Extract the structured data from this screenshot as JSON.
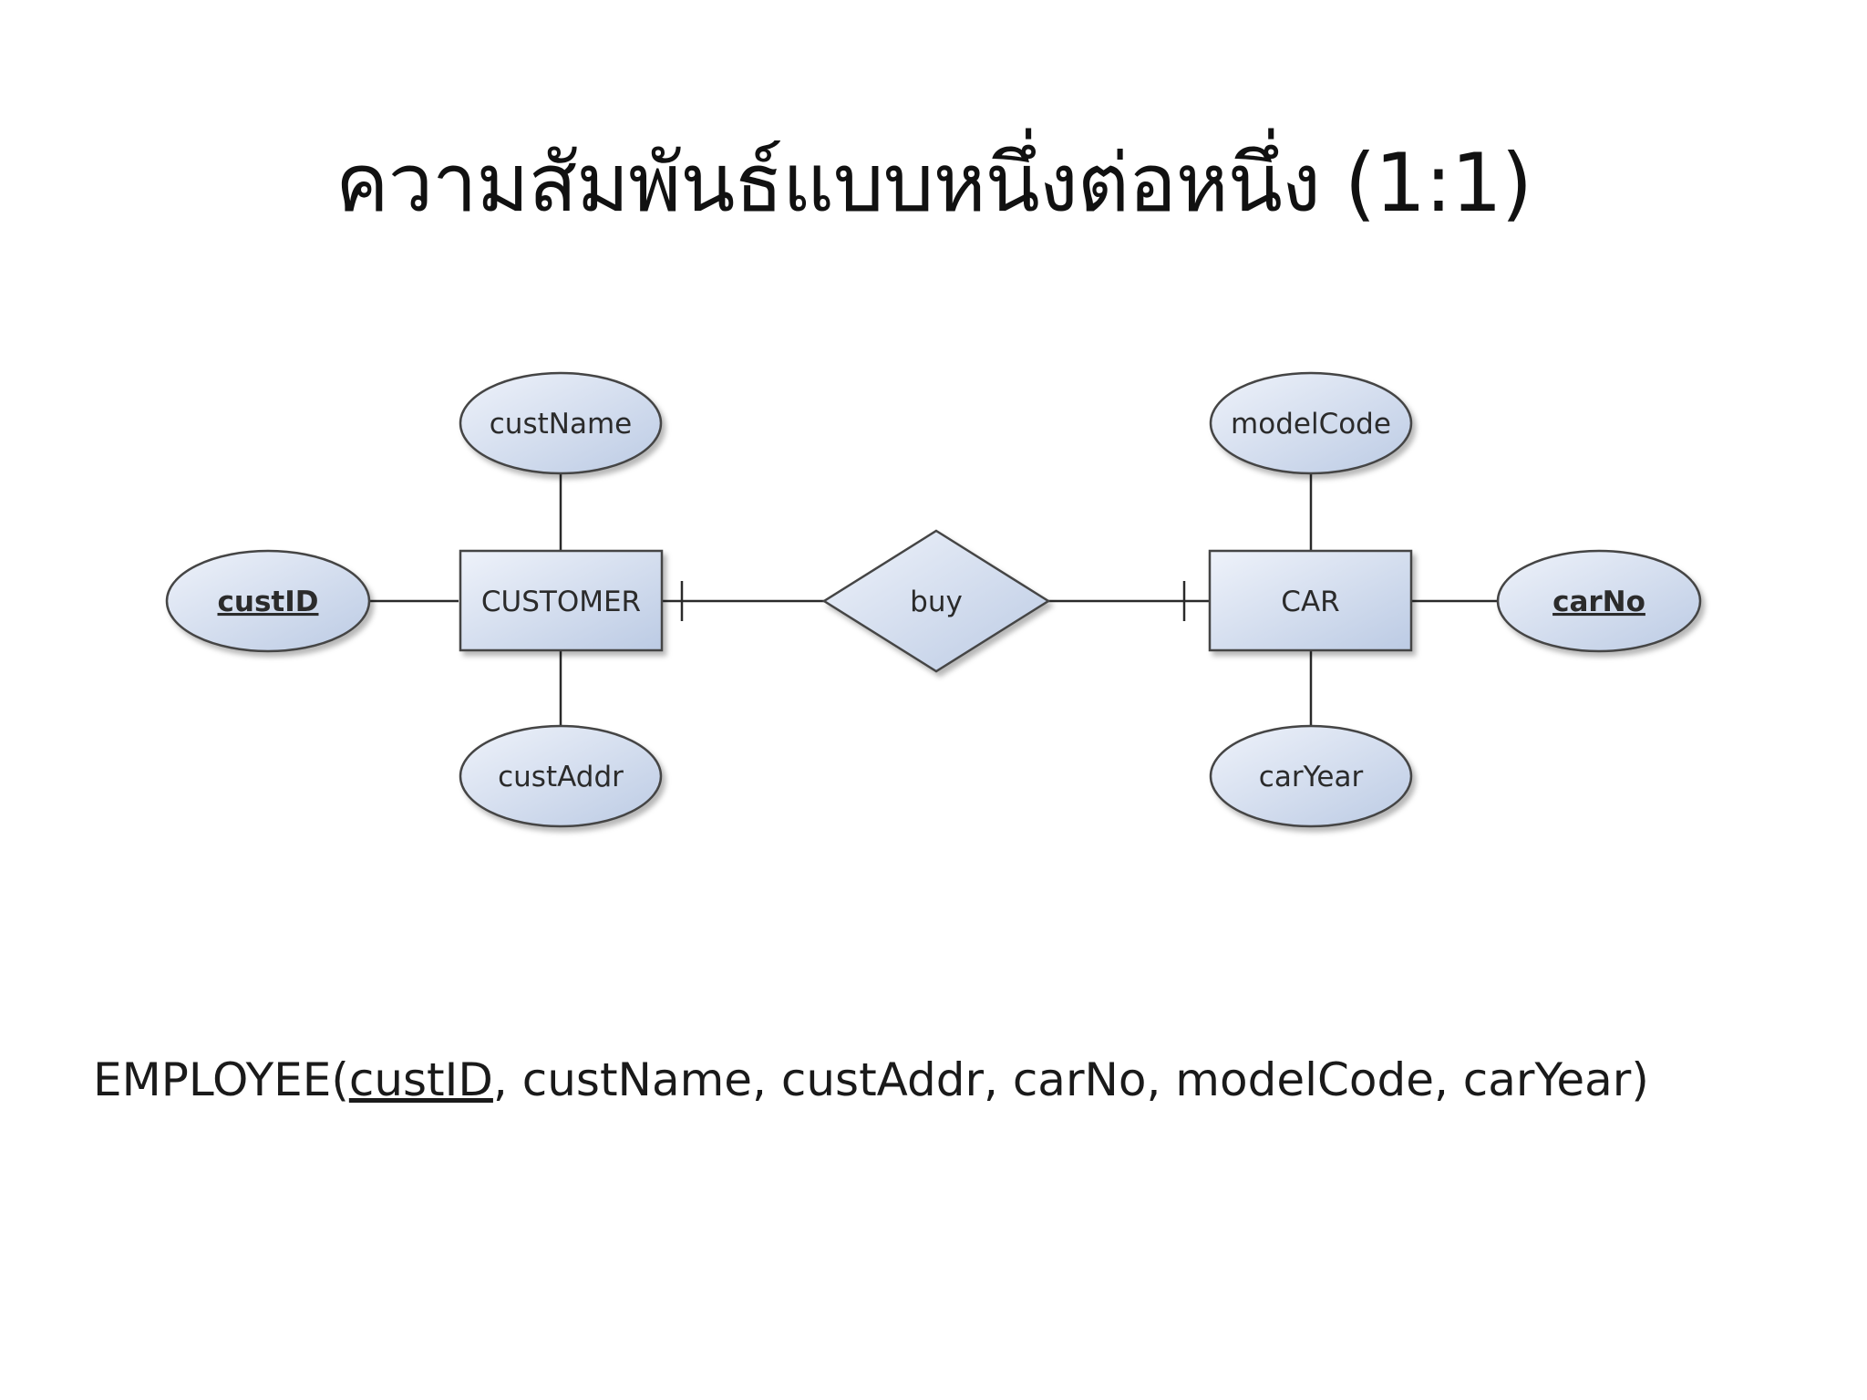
{
  "title": "ความสัมพันธ์แบบหนึ่งต่อหนึ่ง (1:1)",
  "diagram": {
    "entities": {
      "customer": "CUSTOMER",
      "car": "CAR"
    },
    "relationship": "buy",
    "attributes": {
      "custName": "custName",
      "custID": "custID",
      "custAddr": "custAddr",
      "modelCode": "modelCode",
      "carNo": "carNo",
      "carYear": "carYear"
    },
    "key_attributes": [
      "custID",
      "carNo"
    ],
    "cardinality": "1:1",
    "colors": {
      "shape_fill_light": "#eef2fa",
      "shape_fill_dark": "#bccbe4",
      "line": "#2a2a2a"
    }
  },
  "schema": {
    "relation_name": "EMPLOYEE",
    "open": "(",
    "primary_key": "custID",
    "rest": ", custName, custAddr, carNo, modelCode, carYear",
    "close": ")"
  }
}
